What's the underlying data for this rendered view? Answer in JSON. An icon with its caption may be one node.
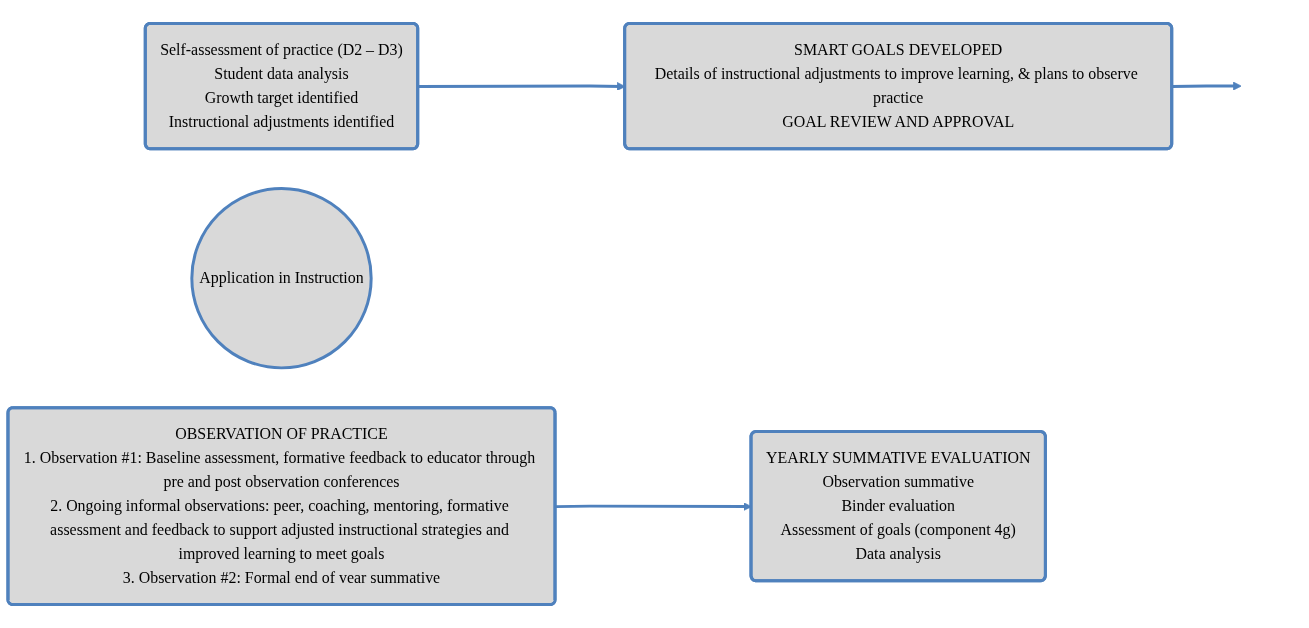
{
  "diagram": {
    "nodes": [
      {
        "text": [
          "Self-assessment of practice (D2 – D3)",
          "Student data analysis",
          "Growth target identified",
          "Instructional adjustments identified"
        ]
      },
      {
        "text": [
          "Application in Instruction"
        ]
      },
      {
        "text": [
          "SMART GOALS DEVELOPED",
          "Details of instructional adjustments to improve learning, & plans to observe practice",
          "GOAL REVIEW AND APPROVAL"
        ]
      },
      {
        "text": [
          "OBSERVATION OF PRACTICE",
          "1. Observation #1: Baseline assessment, formative feedback to educator through pre and post observation conferences",
          "2. Ongoing informal observations: peer, coaching, mentoring, formative assessment and feedback to support adjusted instructional strategies and improved learning to meet goals",
          "3. Observation #2: Formal end of vear summative"
        ]
      },
      {
        "text": [
          "YEARLY SUMMATIVE EVALUATION",
          "Observation summative",
          "Binder evaluation",
          "Assessment of goals (component 4g)",
          "Data analysis"
        ]
      }
    ],
    "edges": [
      {
        "from": 0,
        "to": 2,
        "arrow": "to"
      },
      {
        "from": 2,
        "to": null,
        "arrow": "to"
      },
      {
        "from": 3,
        "to": 4,
        "arrow": "to"
      }
    ]
  }
}
